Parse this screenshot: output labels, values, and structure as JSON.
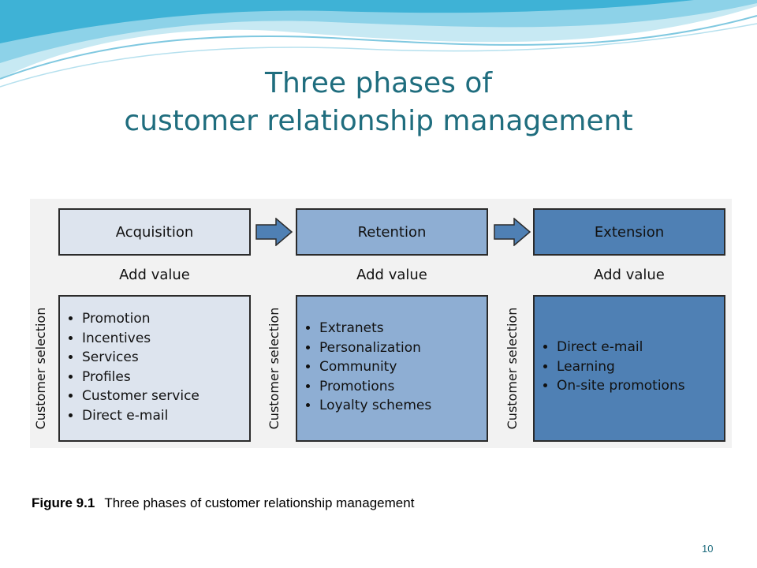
{
  "slide": {
    "title_line1": "Three phases of",
    "title_line2": "customer relationship management",
    "page_number": "10"
  },
  "figure": {
    "caption_label": "Figure 9.1",
    "caption_text": "Three phases of customer relationship management"
  },
  "diagram": {
    "side_label": "Customer selection",
    "add_value_label": "Add value",
    "phases": [
      {
        "name": "Acquisition",
        "color": "#dde4ee",
        "items": [
          "Promotion",
          "Incentives",
          "Services",
          "Profiles",
          "Customer service",
          "Direct e-mail"
        ]
      },
      {
        "name": "Retention",
        "color": "#8eaed3",
        "items": [
          "Extranets",
          "Personalization",
          "Community",
          "Promotions",
          "Loyalty schemes"
        ]
      },
      {
        "name": "Extension",
        "color": "#4f80b4",
        "items": [
          "Direct e-mail",
          "Learning",
          "On-site promotions"
        ]
      }
    ],
    "arrow_color": "#4f80b4",
    "title_color": "#1f6d7e"
  }
}
